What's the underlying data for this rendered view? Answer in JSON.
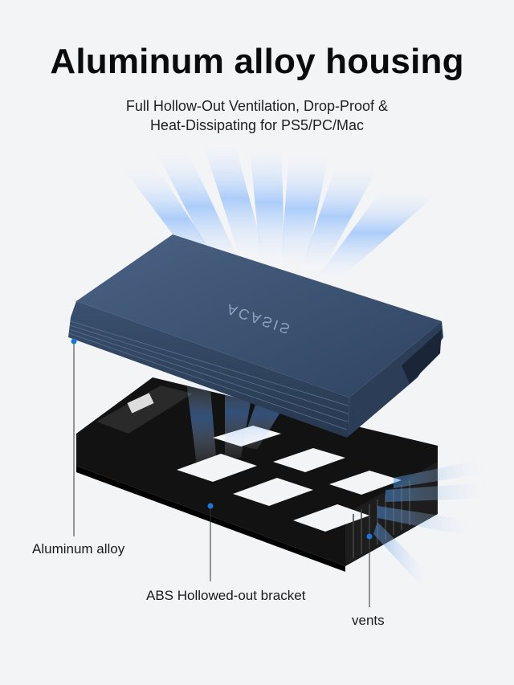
{
  "headline": "Aluminum alloy housing",
  "subtitle": {
    "line1": "Full Hollow-Out Ventilation, Drop-Proof &",
    "line2": "Heat-Dissipating for PS5/PC/Mac"
  },
  "brand_mark": "ACASIS",
  "callouts": {
    "aluminum": "Aluminum alloy",
    "bracket": "ABS Hollowed-out bracket",
    "vents": "vents"
  },
  "colors": {
    "background": "#f3f4f6",
    "housing": "#3e5573",
    "bracket": "#111111",
    "airflow": "#4a90e2",
    "dot": "#1e73d8"
  }
}
